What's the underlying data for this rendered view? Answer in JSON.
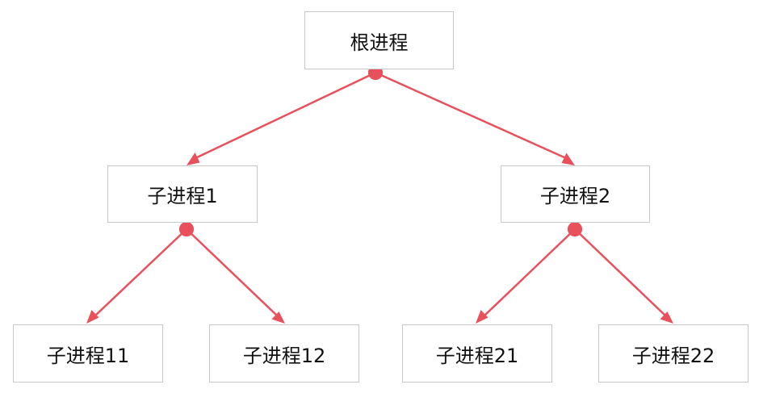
{
  "nodes": {
    "root": "根进程",
    "c1": "子进程1",
    "c2": "子进程2",
    "c11": "子进程11",
    "c12": "子进程12",
    "c21": "子进程21",
    "c22": "子进程22"
  },
  "edges": [
    {
      "from": "root",
      "to": "c1"
    },
    {
      "from": "root",
      "to": "c2"
    },
    {
      "from": "c1",
      "to": "c11"
    },
    {
      "from": "c1",
      "to": "c12"
    },
    {
      "from": "c2",
      "to": "c21"
    },
    {
      "from": "c2",
      "to": "c22"
    }
  ],
  "colors": {
    "edge": "#e8505b",
    "node_border": "#c8c8c8",
    "text": "#111111",
    "background": "#ffffff"
  }
}
